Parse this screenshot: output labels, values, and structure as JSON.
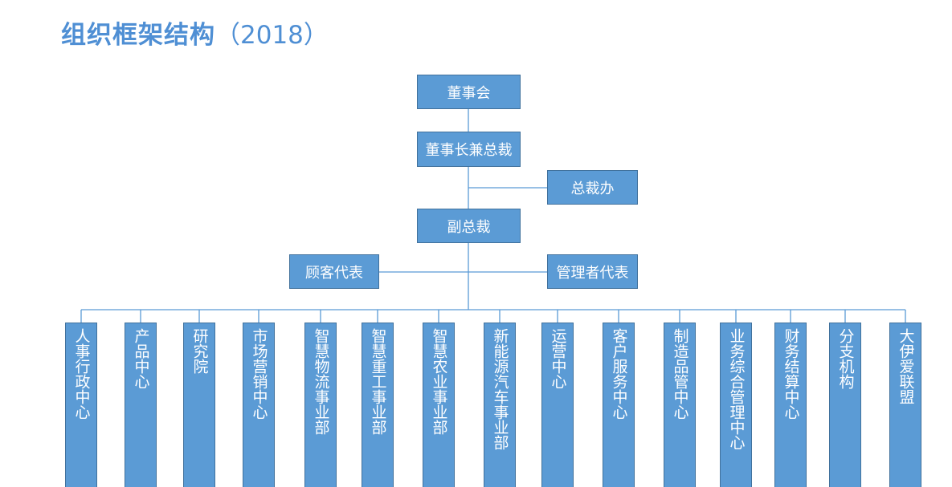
{
  "title": {
    "main": "组织框架结构",
    "year": "（2018）"
  },
  "colors": {
    "title": "#4f8fd4",
    "box_fill": "#5b9bd5",
    "box_border": "#41719c",
    "connector": "#5b9bd5"
  },
  "nodes": {
    "board": "董事会",
    "chairman": "董事长兼总裁",
    "president_office": "总裁办",
    "vice_president": "副总裁",
    "customer_rep": "顾客代表",
    "management_rep": "管理者代表"
  },
  "departments": [
    "人事行政中心",
    "产品中心",
    "研究院",
    "市场营销中心",
    "智慧物流事业部",
    "智慧重工事业部",
    "智慧农业事业部",
    "新能源汽车事业部",
    "运营中心",
    "客户服务中心",
    "制造品管中心",
    "业务综合管理中心",
    "财务结算中心",
    "分支机构",
    "大伊爱联盟"
  ]
}
